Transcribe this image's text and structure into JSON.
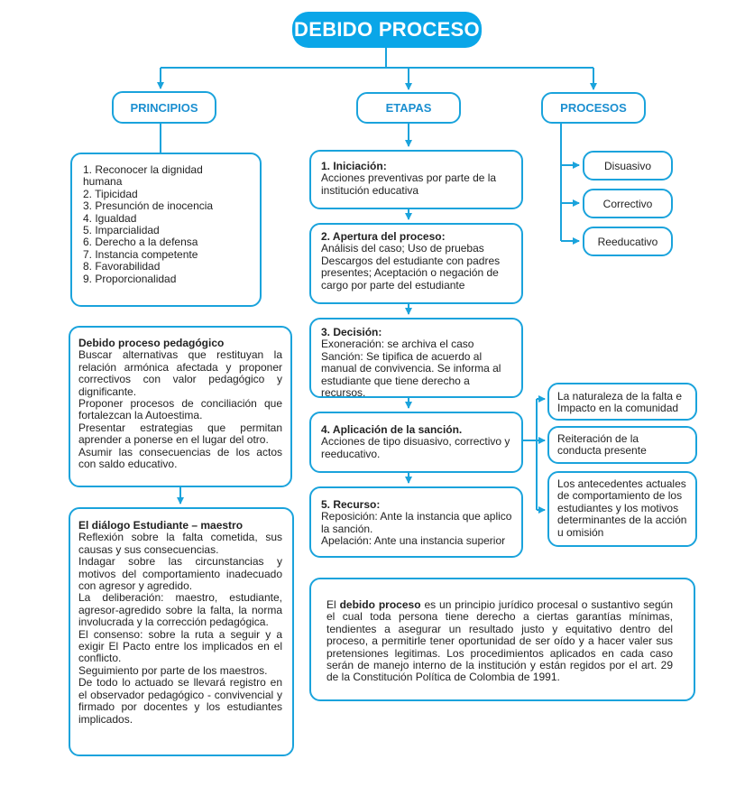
{
  "title": "DEBIDO PROCESO",
  "headers": {
    "principios": "PRINCIPIOS",
    "etapas": "ETAPAS",
    "procesos": "PROCESOS"
  },
  "principios": [
    "1. Reconocer la dignidad",
    "humana",
    "2. Tipicidad",
    "3. Presunción de inocencia",
    "4. Igualdad",
    "5. Imparcialidad",
    "6. Derecho a la defensa",
    "7. Instancia competente",
    "8. Favorabilidad",
    "9. Proporcionalidad"
  ],
  "pedagogico": {
    "title": "Debido proceso pedagógico",
    "lines": [
      "Buscar alternativas que restituyan la relación armónica afectada y proponer correctivos con valor pedagógico y dignificante.",
      "Proponer procesos de conciliación que fortalezcan la Autoestima.",
      "Presentar estrategias que permitan aprender a ponerse en el lugar del otro.",
      "Asumir las consecuencias de los actos con saldo educativo."
    ]
  },
  "dialogo": {
    "title": "El diálogo Estudiante – maestro",
    "lines": [
      "Reflexión sobre la falta cometida, sus causas y sus consecuencias.",
      "Indagar sobre las circunstancias y motivos del comportamiento inadecuado con agresor y agredido.",
      "La deliberación: maestro, estudiante, agresor-agredido sobre la falta, la norma involucrada y la corrección pedagógica.",
      "El consenso: sobre la ruta a seguir y a exigir El Pacto entre los implicados en el conflicto.",
      "Seguimiento por parte de los maestros.",
      "De todo lo actuado se llevará registro en el observador pedagógico - convivencial y firmado por docentes y los estudiantes implicados."
    ]
  },
  "etapas": [
    {
      "title": "1. Iniciación:",
      "lines": [
        "Acciones preventivas por parte de la",
        "institución educativa"
      ]
    },
    {
      "title": "2. Apertura del proceso:",
      "lines": [
        "Análisis del caso; Uso de pruebas",
        "Descargos del estudiante con padres",
        "presentes; Aceptación o negación de",
        "cargo por parte del estudiante"
      ]
    },
    {
      "title": "3. Decisión:",
      "lines": [
        "Exoneración: se archiva el caso",
        "Sanción: Se tipifica de acuerdo al",
        "manual de convivencia. Se informa al",
        "estudiante que tiene derecho a recursos."
      ]
    },
    {
      "title": "4. Aplicación de la sanción.",
      "lines": [
        "Acciones de tipo disuasivo, correctivo y",
        "reeducativo."
      ]
    },
    {
      "title": "5. Recurso:",
      "lines": [
        "Reposición: Ante la instancia que aplico",
        "la sanción.",
        "Apelación: Ante una instancia superior"
      ]
    }
  ],
  "procesos": [
    "Disuasivo",
    "Correctivo",
    "Reeducativo"
  ],
  "criterios": [
    "La naturaleza de la falta e Impacto en la comunidad",
    "Reiteración de la conducta presente",
    "Los antecedentes actuales de comportamiento de los estudiantes y los motivos determinantes de la acción u omisión"
  ],
  "definicion": {
    "prefix": "El ",
    "term": "debido proceso",
    "text": " es un principio jurídico procesal o sustantivo según el cual toda persona tiene derecho a ciertas garantías mínimas, tendientes a asegurar un resultado justo y equitativo dentro del proceso, a permitirle tener oportunidad de ser oído y a hacer valer sus pretensiones legitimas. Los procedimientos aplicados en cada caso serán de manejo interno de la institución y están regidos por el art. 29 de la Constitución Política de Colombia de 1991."
  },
  "colors": {
    "accent": "#1aa3dc",
    "title_bg": "#0aa6e8",
    "header_text": "#1b8fd0"
  }
}
